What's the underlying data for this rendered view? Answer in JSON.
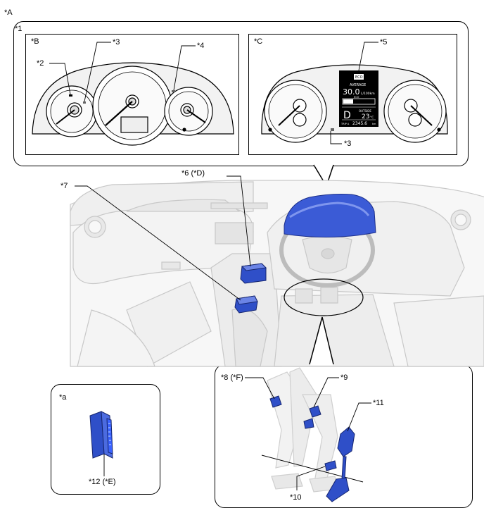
{
  "labels": {
    "A": "*A",
    "n1": "*1",
    "B": "*B",
    "C": "*C",
    "n2": "*2",
    "n3_left": "*3",
    "n4": "*4",
    "n5": "*5",
    "n3_right": "*3",
    "n6": "*6 (*D)",
    "n7": "*7",
    "n8": "*8 (*F)",
    "n9": "*9",
    "n10": "*10",
    "n11": "*11",
    "a": "*a",
    "n12": "*12 (*E)"
  },
  "display": {
    "eco_badge": "ECO",
    "average": "AVERAGE",
    "avg_value": "30.0",
    "avg_unit": "L/100km",
    "eco": "ECO",
    "gear": "D",
    "outside": "OUTSIDE",
    "temp": "23",
    "temp_unit": "°C",
    "odo_prefix": "TRIP A",
    "odo_value": "2345.6",
    "odo_unit": "km"
  },
  "colors": {
    "component_blue": "#2f4fc8",
    "highlight_blue": "#3b5bd6",
    "interior_gray": "#d4d4d4"
  }
}
